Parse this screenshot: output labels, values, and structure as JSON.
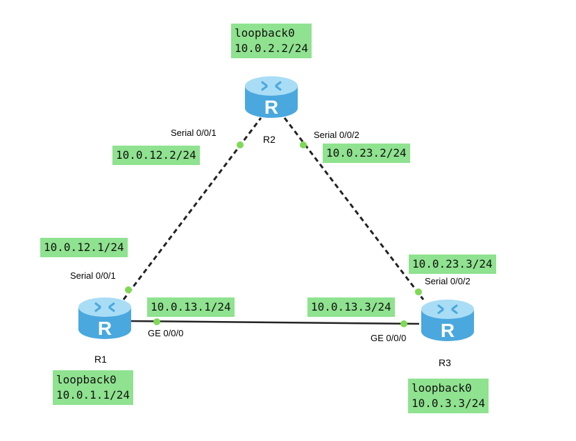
{
  "colors": {
    "label_bg": "#8fe28f",
    "port_dot": "#7ed957",
    "router_body": "#5bb8e8",
    "router_top": "#a9ddf5"
  },
  "routers": [
    {
      "name": "R2",
      "icon": "router-icon",
      "loopback_label": "loopback0",
      "loopback_ip": "10.0.2.2/24"
    },
    {
      "name": "R1",
      "icon": "router-icon",
      "loopback_label": "loopback0",
      "loopback_ip": "10.0.1.1/24"
    },
    {
      "name": "R3",
      "icon": "router-icon",
      "loopback_label": "loopback0",
      "loopback_ip": "10.0.3.3/24"
    }
  ],
  "router_letter": "R",
  "links": [
    {
      "type": "serial",
      "a": {
        "interface": "Serial 0/0/1",
        "ip": "10.0.12.1/24"
      },
      "b": {
        "interface": "Serial 0/0/1",
        "ip": "10.0.12.2/24"
      }
    },
    {
      "type": "serial",
      "a": {
        "interface": "Serial 0/0/2",
        "ip": "10.0.23.2/24"
      },
      "b": {
        "interface": "Serial 0/0/2",
        "ip": "10.0.23.3/24"
      }
    },
    {
      "type": "ethernet",
      "a": {
        "interface": "GE 0/0/0",
        "ip": "10.0.13.1/24"
      },
      "b": {
        "interface": "GE 0/0/0",
        "ip": "10.0.13.3/24"
      }
    }
  ]
}
